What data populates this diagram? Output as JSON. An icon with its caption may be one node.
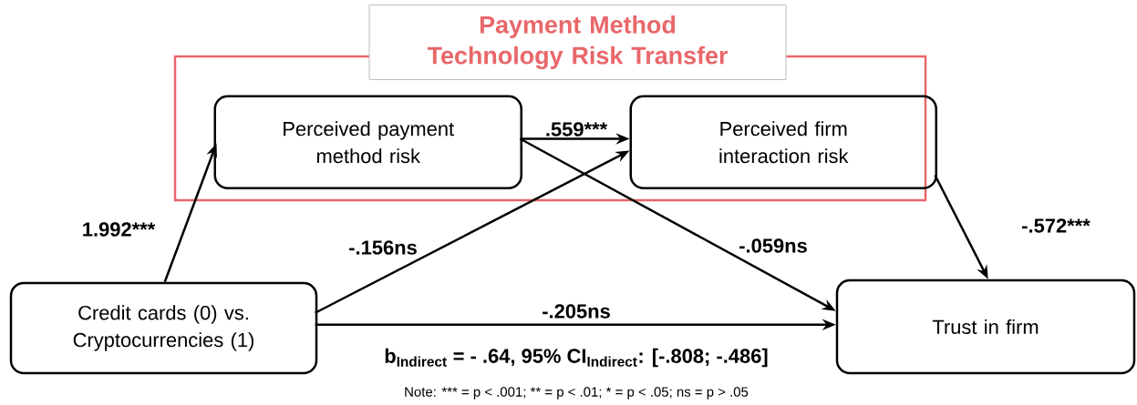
{
  "diagram": {
    "nodes": [
      {
        "text": [
          "Payment Method Technology Risk Transfer"
        ]
      },
      {
        "text": [
          "Perceived payment method risk"
        ],
        "in": 0
      },
      {
        "text": [
          "Perceived firm interaction risk"
        ],
        "in": 0
      },
      {
        "text": [
          "Credit cards (0) vs. Cryptocurrencies (1)"
        ]
      },
      {
        "text": [
          "Trust in firm"
        ]
      }
    ],
    "edges": [
      {
        "from": 3,
        "to": 1,
        "arrow": "to",
        "label": "1.992***"
      },
      {
        "from": 1,
        "to": 2,
        "arrow": "to",
        "label": ".559***"
      },
      {
        "from": 3,
        "to": 2,
        "arrow": "to",
        "label": "-.156ns"
      },
      {
        "from": 1,
        "to": 4,
        "arrow": "to",
        "label": "-.059ns"
      },
      {
        "from": 2,
        "to": 4,
        "arrow": "to",
        "label": "-.572***"
      },
      {
        "from": 3,
        "to": 4,
        "arrow": "to",
        "label": "-.205ns"
      }
    ],
    "labels": [
      "b$_{Indirect}$ = - .64, 95% CI$_{Indirect}$: [-.808; -.486]",
      "Note: *** = p < .001; ** = p < .01; * = p < .05; ns = p > .05"
    ]
  }
}
